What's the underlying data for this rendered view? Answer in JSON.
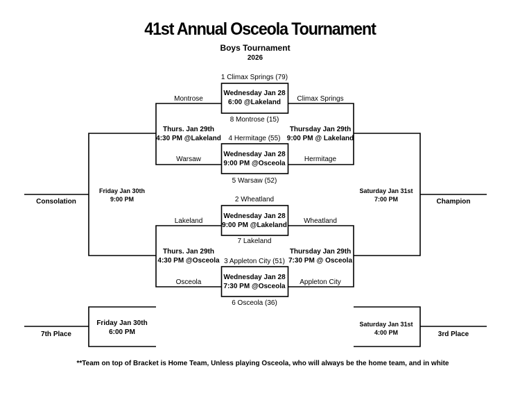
{
  "header": {
    "title": "41st Annual Osceola Tournament",
    "subtitle": "Boys Tournament",
    "year": "2026"
  },
  "games": {
    "g1": {
      "top_seed": "1 Climax Springs (79)",
      "line1": "Wednesday Jan 28",
      "line2": "6:00 @Lakeland",
      "bottom_seed": "8 Montrose (15)"
    },
    "g2": {
      "top_seed": "4 Hermitage (55)",
      "line1": "Wednesday Jan 28",
      "line2": "9:00 PM @Osceola",
      "bottom_seed": "5 Warsaw (52)"
    },
    "g3": {
      "top_seed": "2 Wheatland",
      "line1": "Wednesday Jan 28",
      "line2": "9:00 PM @Lakeland",
      "bottom_seed": "7 Lakeland"
    },
    "g4": {
      "top_seed": "3 Appleton City (51)",
      "line1": "Wednesday Jan 28",
      "line2": "7:30 PM @Osceola",
      "bottom_seed": "6 Osceola (36)"
    }
  },
  "left": {
    "montrose": "Montrose",
    "warsaw": "Warsaw",
    "lakeland": "Lakeland",
    "osceola": "Osceola",
    "semi_top_line1": "Thurs. Jan 29th",
    "semi_top_line2": "4:30 PM @Lakeland",
    "semi_bot_line1": "Thurs. Jan 29th",
    "semi_bot_line2": "4:30 PM @Osceola",
    "final_line1": "Friday Jan 30th",
    "final_line2": "9:00 PM",
    "final_label": "Consolation",
    "seventh_line1": "Friday Jan 30th",
    "seventh_line2": "6:00 PM",
    "seventh_label": "7th Place"
  },
  "right": {
    "climax": "Climax Springs",
    "hermitage": "Hermitage",
    "wheatland": "Wheatland",
    "appleton": "Appleton City",
    "semi_top_line1": "Thursday Jan 29th",
    "semi_top_line2": "9:00 PM @ Lakeland",
    "semi_bot_line1": "Thursday Jan 29th",
    "semi_bot_line2": "7:30 PM @ Osceola",
    "final_line1": "Saturday Jan 31st",
    "final_line2": "7:00 PM",
    "final_label": "Champion",
    "third_line1": "Saturday Jan 31st",
    "third_line2": "4:00 PM",
    "third_label": "3rd Place"
  },
  "footer": {
    "note": "**Team on top of Bracket is Home Team, Unless playing Osceola, who will always be the home team, and in white"
  }
}
